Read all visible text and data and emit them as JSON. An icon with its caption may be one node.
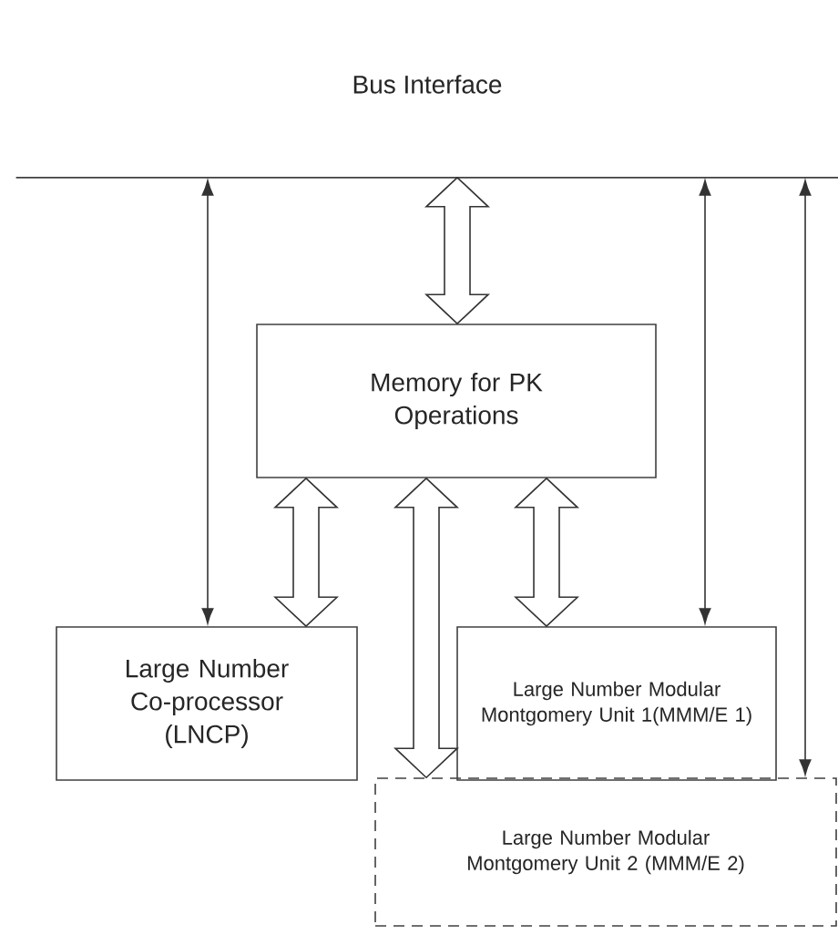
{
  "diagram": {
    "nodes": [
      {
        "text": [
          "Bus Interface"
        ]
      },
      {
        "text": [
          "Memory for PK Operations"
        ]
      },
      {
        "text": [
          "Large Number Co-processor (LNCP)"
        ]
      },
      {
        "text": [
          "Large Number Modular Montgomery Unit 1(MMM/E 1)"
        ]
      },
      {
        "text": [
          "Large Number Modular Montgomery Unit 2 (MMM/E 2)"
        ]
      }
    ],
    "edges": [
      {
        "from": 0,
        "to": 1,
        "arrow": "both",
        "style": "thick"
      },
      {
        "from": 0,
        "to": 2,
        "arrow": "both"
      },
      {
        "from": 0,
        "to": 3,
        "arrow": "both"
      },
      {
        "from": 0,
        "to": 4,
        "arrow": "both"
      },
      {
        "from": 1,
        "to": 2,
        "arrow": "both",
        "style": "thick"
      },
      {
        "from": 1,
        "to": 4,
        "arrow": "both",
        "style": "thick"
      },
      {
        "from": 1,
        "to": 3,
        "arrow": "both",
        "style": "thick"
      }
    ]
  }
}
